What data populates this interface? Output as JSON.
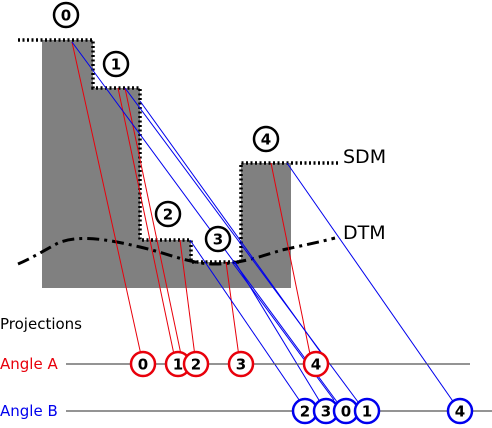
{
  "labels": {
    "projections": "Projections",
    "angle_a": "Angle A",
    "angle_b": "Angle B",
    "sdm": "SDM",
    "dtm": "DTM"
  },
  "colors": {
    "building": "#808080",
    "outline": "#000000",
    "angle_a": "#e8000b",
    "angle_b": "#0000ee",
    "axis": "#555555"
  },
  "points": {
    "p0": "0",
    "p1": "1",
    "p2": "2",
    "p3": "3",
    "p4": "4"
  },
  "angle_a_marks": {
    "m0": "0",
    "m1": "1",
    "m2": "2",
    "m3": "3",
    "m4": "4"
  },
  "angle_b_marks": {
    "m2": "2",
    "m3": "3",
    "m0": "0",
    "m1": "1",
    "m4": "4"
  }
}
